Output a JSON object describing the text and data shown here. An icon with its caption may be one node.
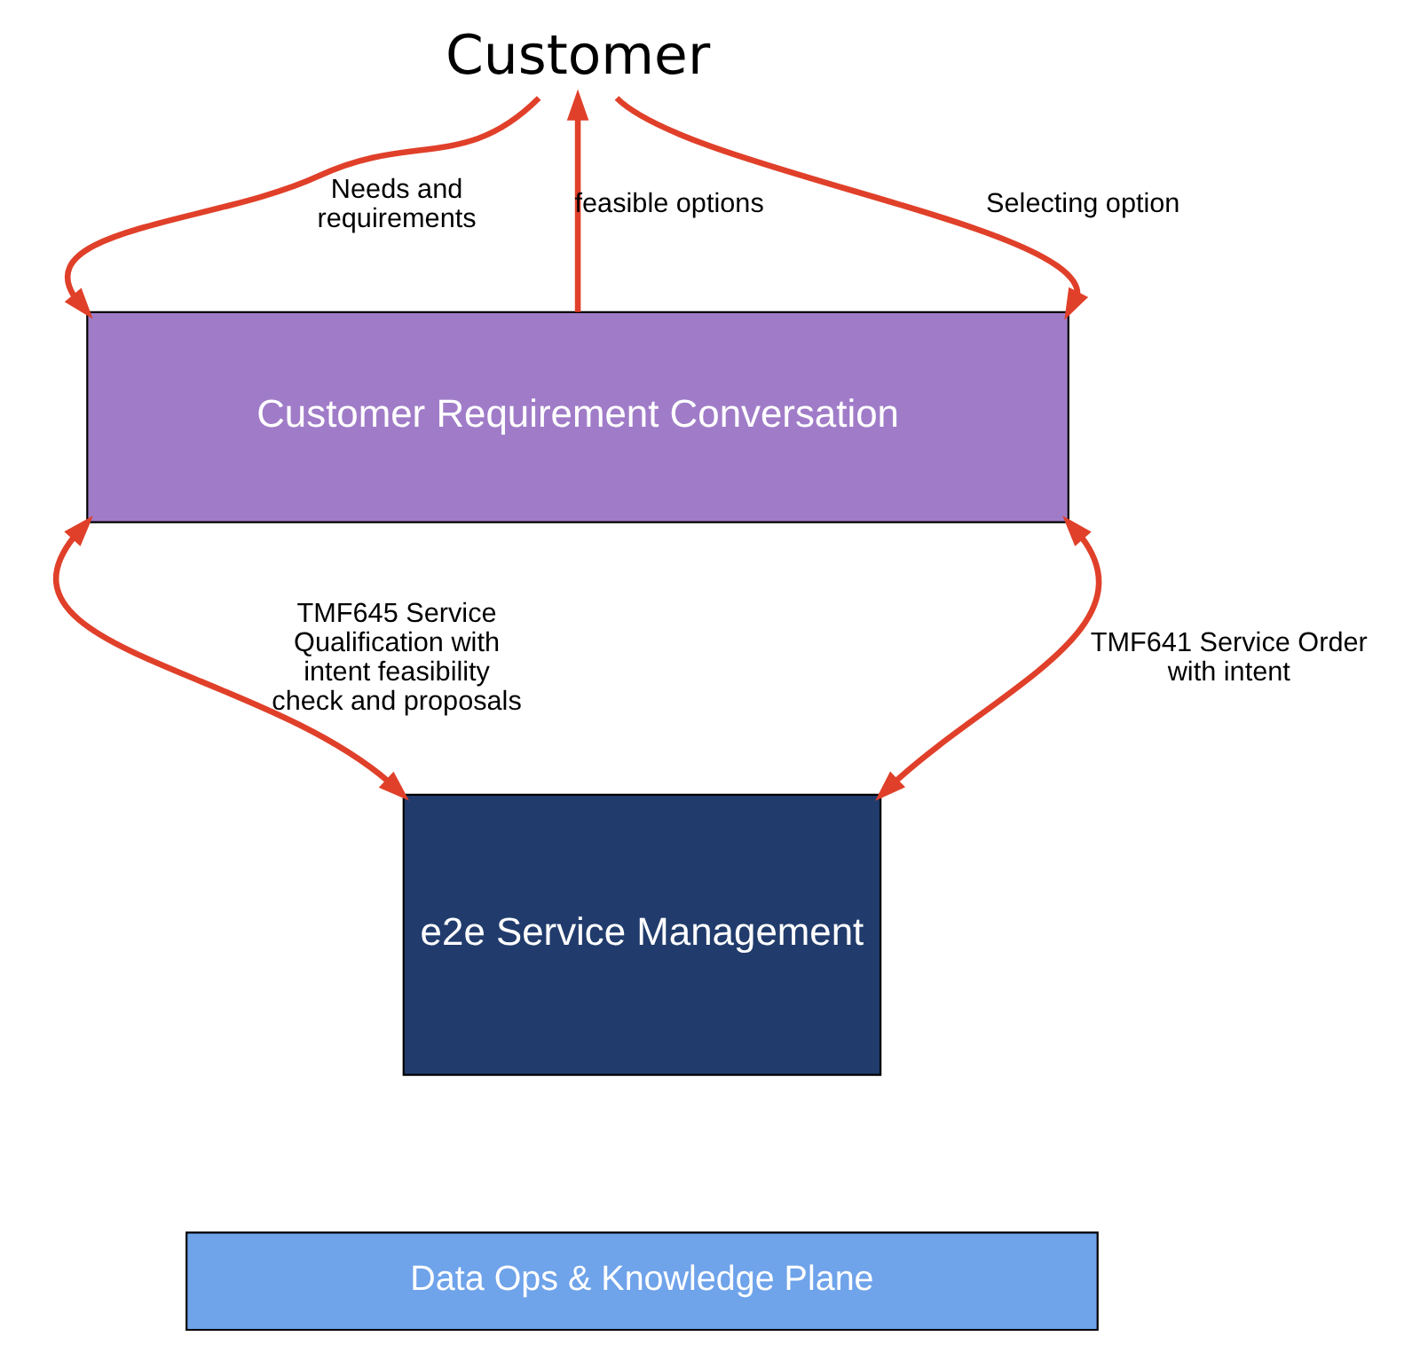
{
  "diagram": {
    "nodes": [
      {
        "text": [
          "Customer"
        ]
      },
      {
        "text": [
          "Customer Requirement Conversation"
        ]
      },
      {
        "text": [
          "e2e Service Management"
        ]
      },
      {
        "text": [
          "Data Ops & Knowledge Plane"
        ]
      }
    ],
    "edges": [
      {
        "from": 0,
        "to": 1,
        "arrow": "to",
        "label": "Needs and requirements"
      },
      {
        "from": 1,
        "to": 0,
        "arrow": "to",
        "label": "feasible options"
      },
      {
        "from": 0,
        "to": 1,
        "arrow": "to",
        "label": "Selecting option"
      },
      {
        "from": 1,
        "to": 2,
        "arrow": "both",
        "label": "TMF645 Service Qualification with intent feasibility check and proposals"
      },
      {
        "from": 1,
        "to": 2,
        "arrow": "both",
        "label": "TMF641 Service Order with intent"
      }
    ]
  }
}
